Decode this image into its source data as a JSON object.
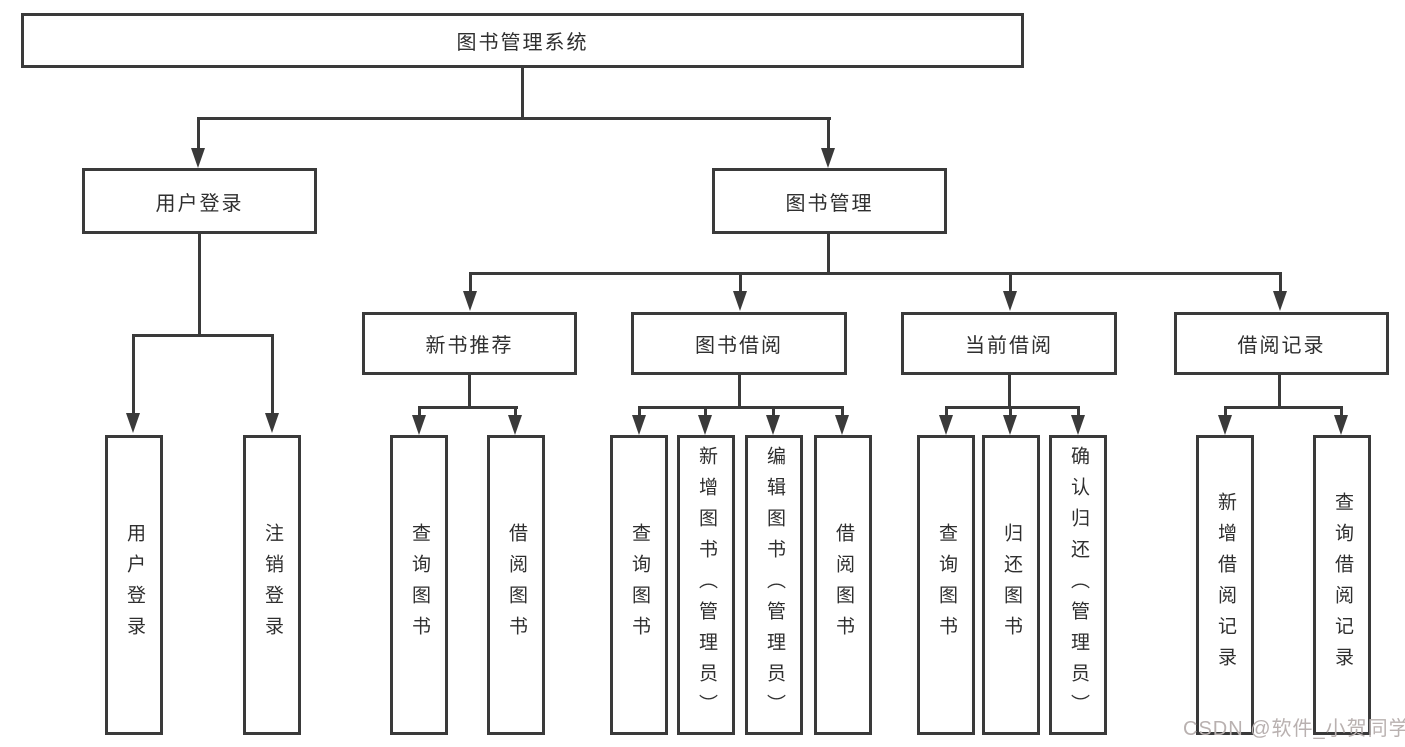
{
  "theme": {
    "line": "#3a3a3a",
    "text": "#2f2f2f",
    "watermark": "#b9b1b0",
    "bg": "#ffffff"
  },
  "tree": {
    "root": {
      "label": "图书管理系统"
    },
    "children": [
      {
        "label": "用户登录",
        "children": [
          {
            "label": "用户登录"
          },
          {
            "label": "注销登录"
          }
        ]
      },
      {
        "label": "图书管理",
        "children": [
          {
            "label": "新书推荐",
            "children": [
              {
                "label": "查询图书"
              },
              {
                "label": "借阅图书"
              }
            ]
          },
          {
            "label": "图书借阅",
            "children": [
              {
                "label": "查询图书"
              },
              {
                "label": "新增图书（管理员）"
              },
              {
                "label": "编辑图书（管理员）"
              },
              {
                "label": "借阅图书"
              }
            ]
          },
          {
            "label": "当前借阅",
            "children": [
              {
                "label": "查询图书"
              },
              {
                "label": "归还图书"
              },
              {
                "label": "确认归还（管理员）"
              }
            ]
          },
          {
            "label": "借阅记录",
            "children": [
              {
                "label": "新增借阅记录"
              },
              {
                "label": "查询借阅记录"
              }
            ]
          }
        ]
      }
    ]
  },
  "watermark": {
    "text": "CSDN @软件_小贺同学"
  }
}
